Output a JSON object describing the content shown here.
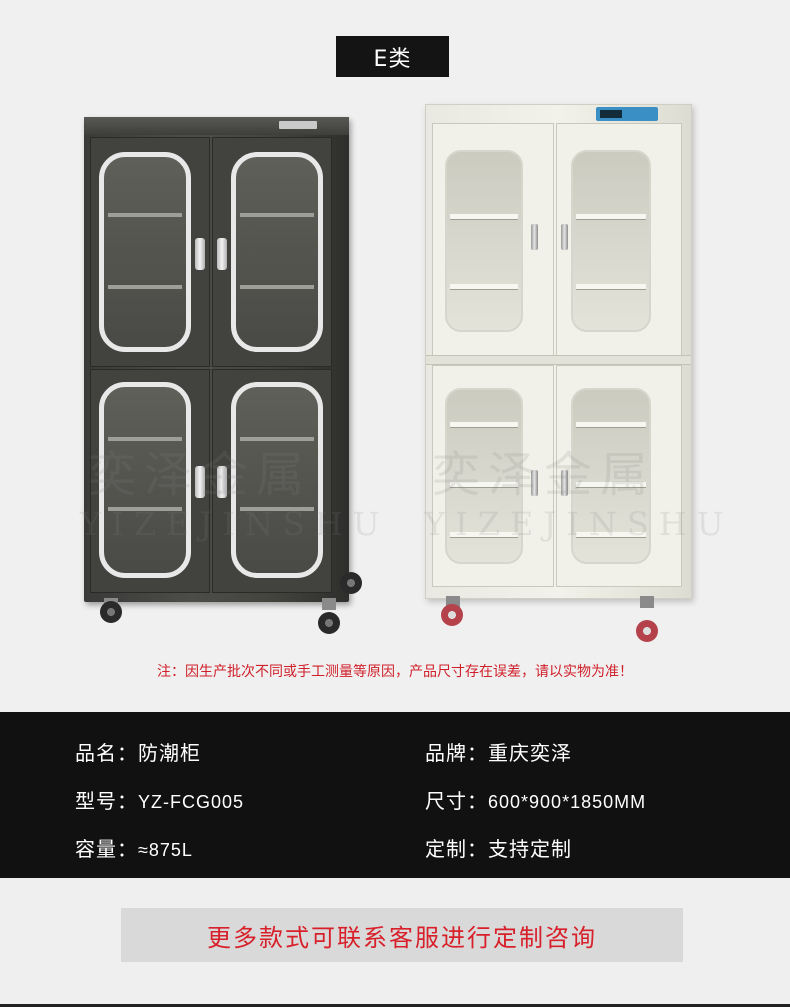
{
  "header": {
    "tag_label": "E类"
  },
  "watermark": {
    "left_cn": "奕泽金属",
    "left_en": "YIZEJINSHU",
    "right_cn": "奕泽金属",
    "right_en": "YIZEJINSHU"
  },
  "note": "注：因生产批次不同或手工测量等原因，产品尺寸存在误差，请以实物为准！",
  "specs": {
    "name_label": "品名：",
    "name_value": "防潮柜",
    "brand_label": "品牌：",
    "brand_value": "重庆奕泽",
    "model_label": "型号：",
    "model_value": "YZ-FCG005",
    "size_label": "尺寸：",
    "size_value": "600*900*1850MM",
    "capacity_label": "容量：",
    "capacity_value": "≈875L",
    "custom_label": "定制：",
    "custom_value": "支持定制"
  },
  "cta": {
    "label": "更多款式可联系客服进行定制咨询"
  },
  "colors": {
    "accent_red": "#d0202a",
    "band_black": "#111111",
    "cta_bg": "#d9d9d9"
  }
}
